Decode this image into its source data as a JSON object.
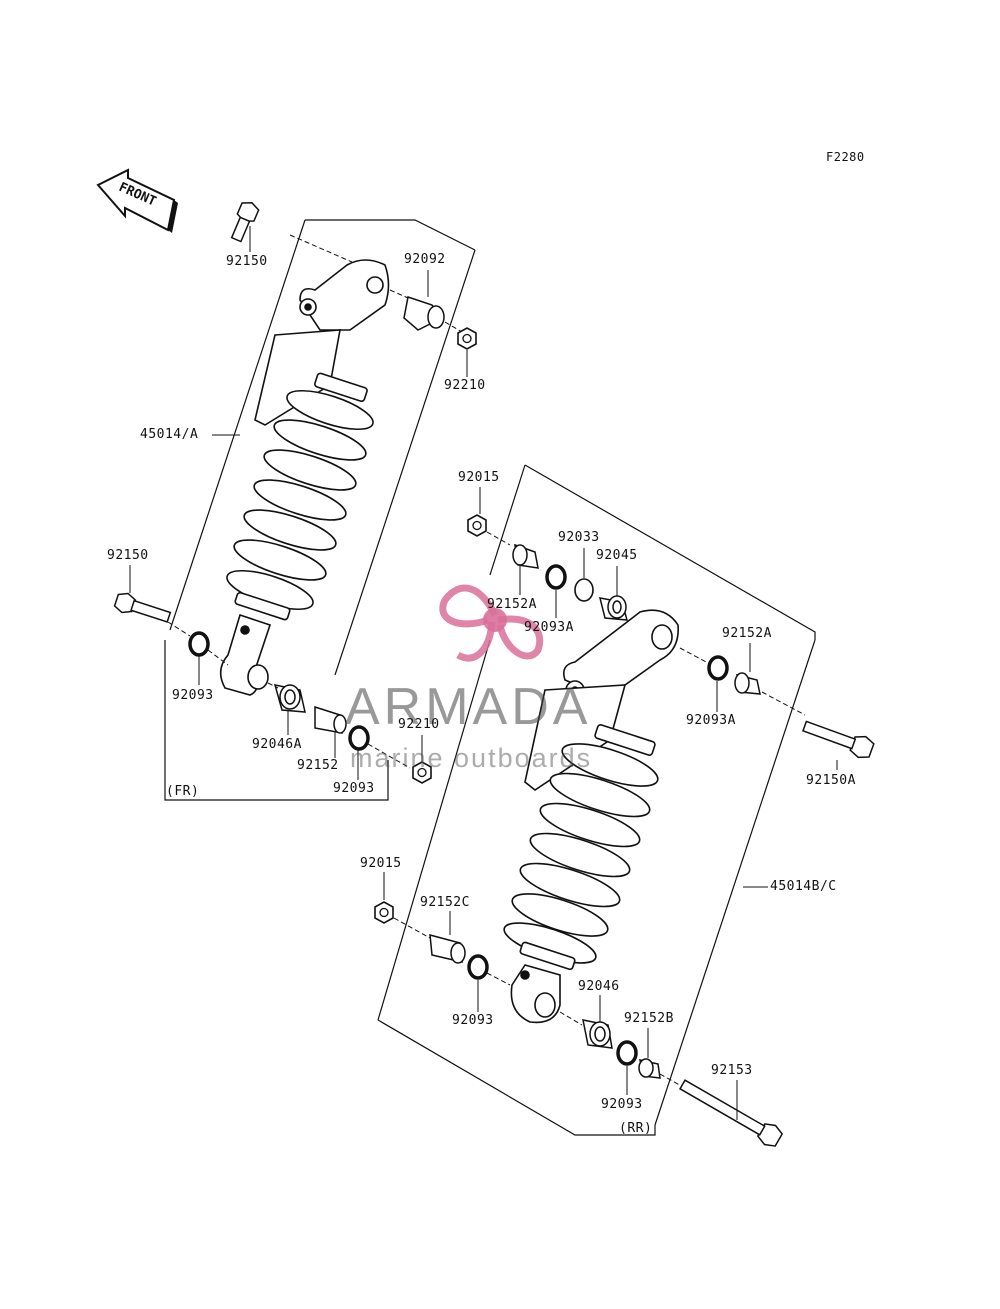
{
  "diagram_code": "F2280",
  "front_arrow_text": "FRONT",
  "watermark": {
    "title": "ARMADA",
    "subtitle": "marine outboards",
    "accent_color": "#d9709a"
  },
  "labels": {
    "bolt_top_fr": "92150",
    "collar_top_fr": "92092",
    "nut_top_fr": "92210",
    "shock_fr": "45014/A",
    "bolt_bottom_fr": "92150",
    "seal_left_fr": "92093",
    "bearing_fr": "92046A",
    "collar_fr": "92152",
    "seal_right_fr": "92093",
    "nut_bottom_fr": "92210",
    "group_fr": "(FR)",
    "nut_top_rr": "92015",
    "ring_rr": "92033",
    "bearing_top_rr": "92045",
    "collar_top_left_rr": "92152A",
    "seal_top_left_rr": "92093A",
    "collar_top_right_rr": "92152A",
    "seal_top_right_rr": "92093A",
    "bolt_top_rr": "92150A",
    "shock_rr": "45014B/C",
    "nut_bottom_rr": "92015",
    "collar_bottom_left_rr": "92152C",
    "seal_bottom_left_rr": "92093",
    "bearing_bottom_rr": "92046",
    "collar_bottom_right_rr": "92152B",
    "seal_bottom_right_rr": "92093",
    "bolt_bottom_rr": "92153",
    "group_rr": "(RR)"
  }
}
